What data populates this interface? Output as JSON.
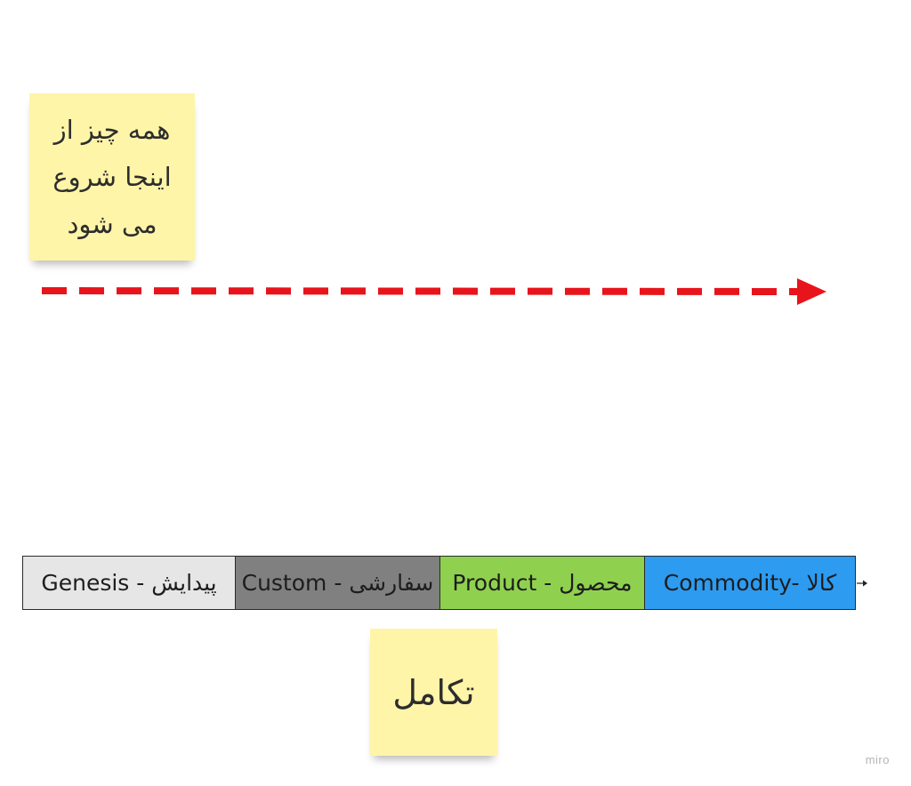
{
  "sticky_notes": {
    "start": {
      "text": "همه چیز از\nاینجا شروع\nمی شود",
      "color": "#fef5a8"
    },
    "evolution": {
      "text": "تکامل",
      "color": "#fef5a8"
    }
  },
  "arrow": {
    "style": "dashed",
    "color": "#e8141c"
  },
  "stages": [
    {
      "label": "Genesis - پیدایش",
      "color": "#e6e6e6"
    },
    {
      "label": "Custom - سفارشی",
      "color": "#808080"
    },
    {
      "label": "Product - محصول",
      "color": "#8fd14f"
    },
    {
      "label": "Commodity- کالا",
      "color": "#2d9bf0"
    }
  ],
  "watermark": "miro"
}
